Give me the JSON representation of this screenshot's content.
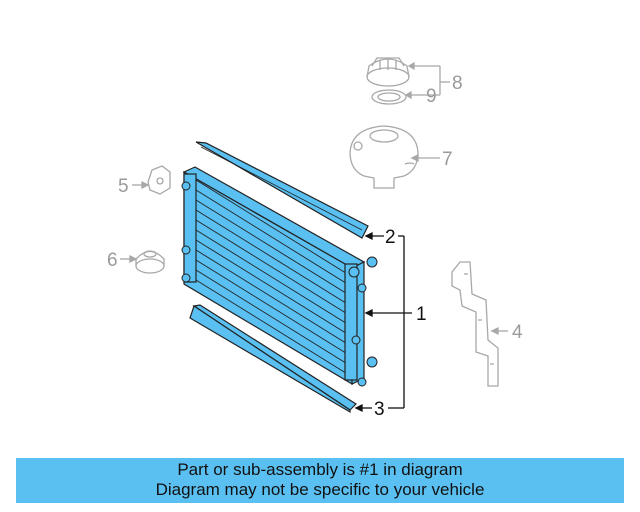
{
  "callouts": [
    {
      "number": "1",
      "style": "dark"
    },
    {
      "number": "2",
      "style": "dark"
    },
    {
      "number": "3",
      "style": "dark"
    },
    {
      "number": "4",
      "style": "light"
    },
    {
      "number": "5",
      "style": "light"
    },
    {
      "number": "6",
      "style": "light"
    },
    {
      "number": "7",
      "style": "light"
    },
    {
      "number": "8",
      "style": "light"
    },
    {
      "number": "9",
      "style": "light"
    }
  ],
  "banner": {
    "line1": "Part or sub-assembly is #1 in diagram",
    "line2": "Diagram may not be specific to your vehicle",
    "background": "#5ac0f2"
  },
  "colors": {
    "highlight": "#5ac0f2",
    "ghost_line": "#a8a8a8",
    "outline": "#222222"
  }
}
